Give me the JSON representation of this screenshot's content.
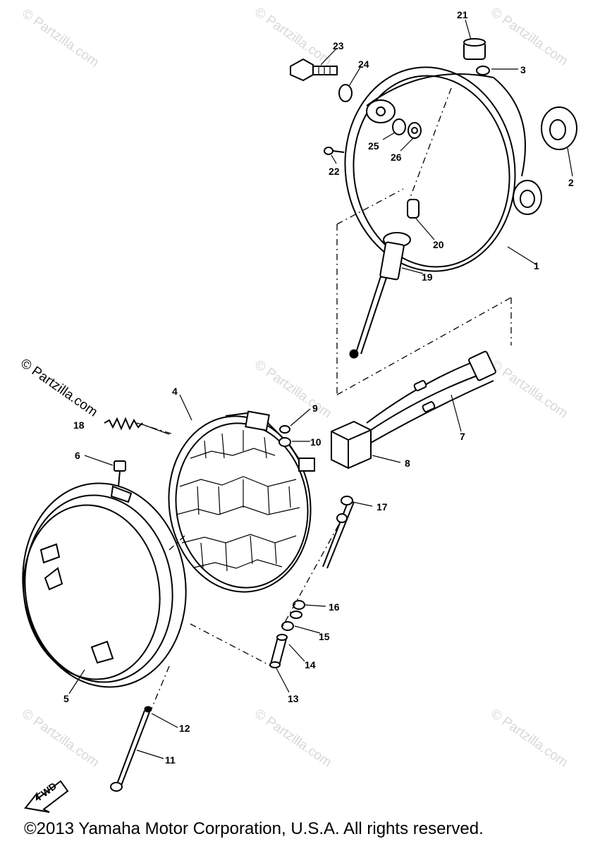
{
  "watermark": "© Partzilla.com",
  "copyright": "©2013  Yamaha Motor Corporation, U.S.A. All rights reserved.",
  "front_arrow_label": "FWD",
  "callouts": [
    "1",
    "2",
    "3",
    "4",
    "5",
    "6",
    "7",
    "8",
    "9",
    "10",
    "11",
    "12",
    "13",
    "14",
    "15",
    "16",
    "17",
    "18",
    "19",
    "20",
    "21",
    "22",
    "23",
    "24",
    "25",
    "26"
  ]
}
